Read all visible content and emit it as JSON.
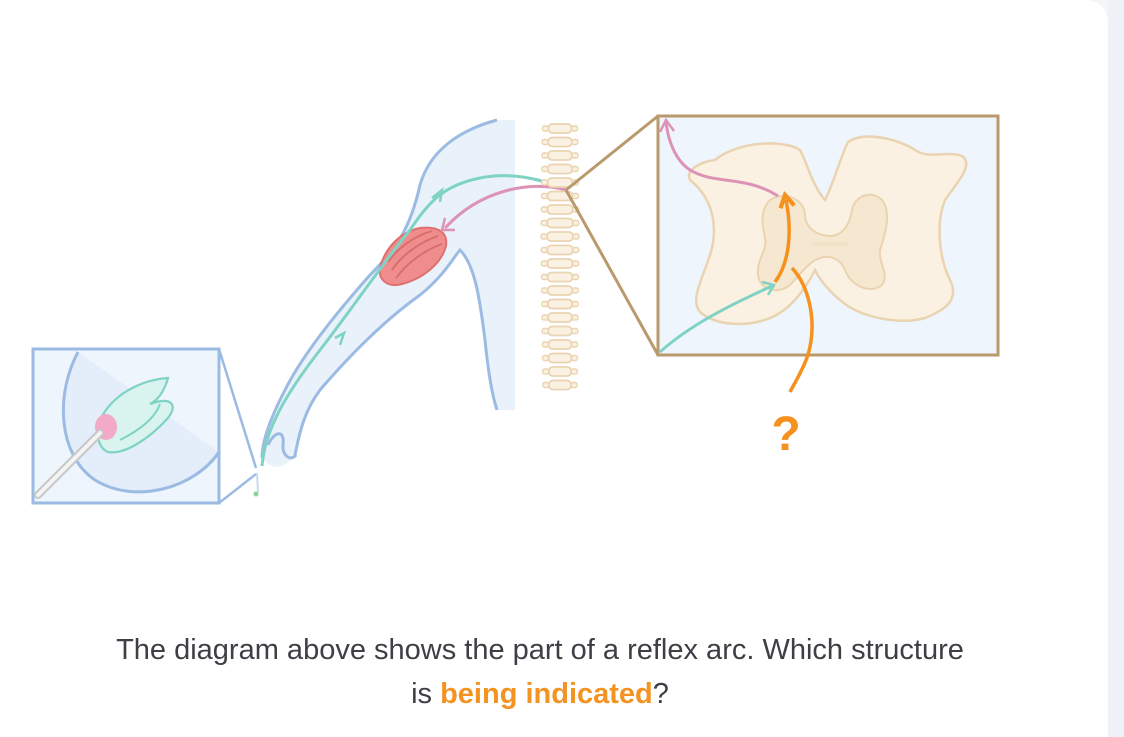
{
  "question": {
    "line1": "The diagram above shows the part of a reflex arc. Which structure",
    "line2_prefix": "is ",
    "line2_highlight": "being indicated",
    "line2_suffix": "?"
  },
  "diagram": {
    "marker_text": "?"
  },
  "colors": {
    "sensory_pathway": "#7fd3c4",
    "motor_pathway": "#dc93b5",
    "indicator": "#f6911e",
    "limb_outline": "#9bbbe3",
    "frame_outline": "#b99a6c",
    "spinal_gray_matter": "#f6e7d0"
  }
}
